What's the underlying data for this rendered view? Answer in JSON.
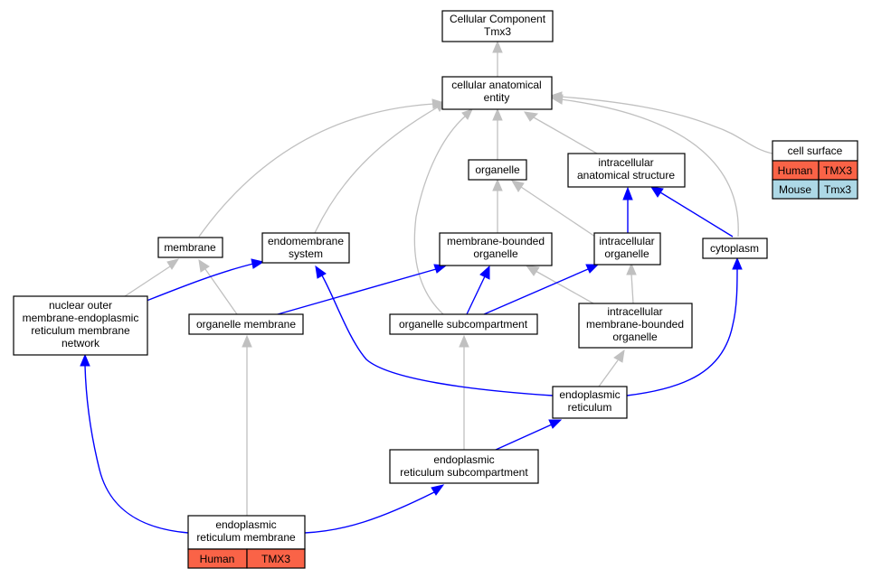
{
  "colors": {
    "human": "#fa6347",
    "mouse": "#add8e6",
    "is_a_edge": "#c0c0c0",
    "part_of_edge": "#0000ff"
  },
  "nodes": {
    "root": {
      "lines": [
        "Cellular Component",
        "Tmx3"
      ]
    },
    "cae": {
      "lines": [
        "cellular anatomical",
        "entity"
      ]
    },
    "cell_surface": {
      "title": "cell surface",
      "rows": [
        [
          "Human",
          "TMX3"
        ],
        [
          "Mouse",
          "Tmx3"
        ]
      ]
    },
    "organelle": {
      "lines": [
        "organelle"
      ]
    },
    "ias": {
      "lines": [
        "intracellular",
        "anatomical structure"
      ]
    },
    "membrane": {
      "lines": [
        "membrane"
      ]
    },
    "endomembrane": {
      "lines": [
        "endomembrane",
        "system"
      ]
    },
    "mbo": {
      "lines": [
        "membrane-bounded",
        "organelle"
      ]
    },
    "io": {
      "lines": [
        "intracellular",
        "organelle"
      ]
    },
    "cytoplasm": {
      "lines": [
        "cytoplasm"
      ]
    },
    "nuclear": {
      "lines": [
        "nuclear outer",
        "membrane-endoplasmic",
        "reticulum membrane",
        "network"
      ]
    },
    "om": {
      "lines": [
        "organelle membrane"
      ]
    },
    "osc": {
      "lines": [
        "organelle subcompartment"
      ]
    },
    "imbo": {
      "lines": [
        "intracellular",
        "membrane-bounded",
        "organelle"
      ]
    },
    "er": {
      "lines": [
        "endoplasmic",
        "reticulum"
      ]
    },
    "ersc": {
      "lines": [
        "endoplasmic",
        "reticulum subcompartment"
      ]
    },
    "erm": {
      "title_lines": [
        "endoplasmic",
        "reticulum membrane"
      ],
      "rows": [
        [
          "Human",
          "TMX3"
        ]
      ]
    }
  }
}
